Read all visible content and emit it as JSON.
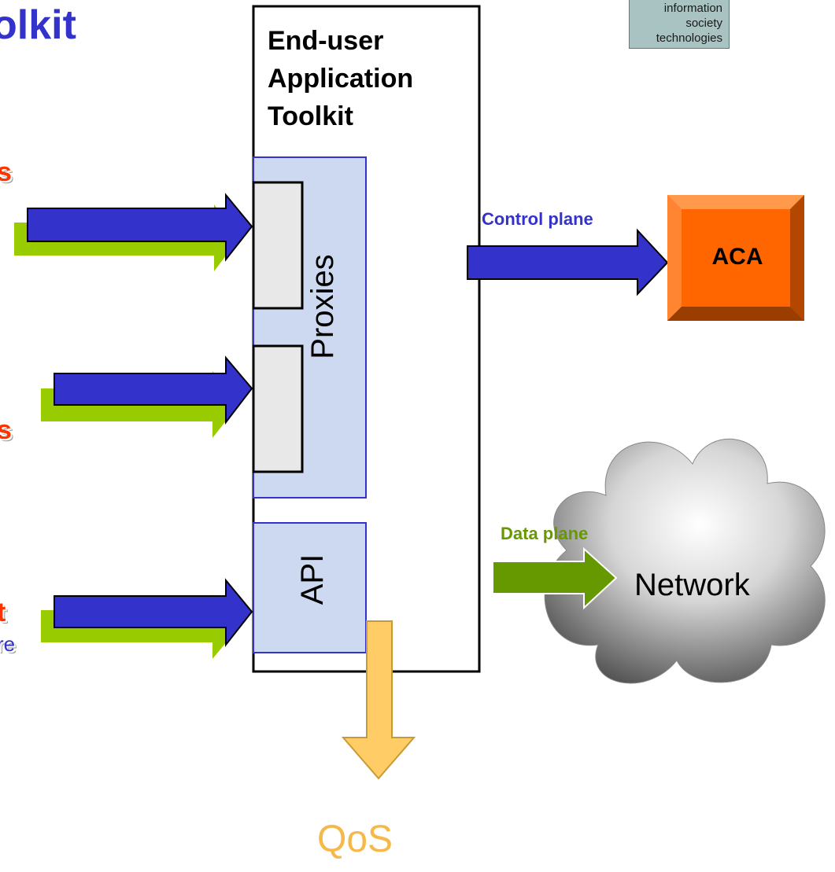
{
  "title": "olkit",
  "left_labels": [
    "s",
    "s",
    "t",
    "re"
  ],
  "logo": {
    "line1": "information",
    "line2": "society",
    "line3": "technologies"
  },
  "toolkit": {
    "title_line1": "End-user",
    "title_line2": "Application",
    "title_line3": "Toolkit"
  },
  "proxies_label": "Proxies",
  "api_label": "API",
  "control_plane_label": "Control plane",
  "aca_label": "ACA",
  "data_plane_label": "Data plane",
  "network_label": "Network",
  "qos_label": "QoS",
  "colors": {
    "title": "#3333cc",
    "cut_labels": "#ff3300",
    "blue_arrow": "#3333cc",
    "green_arrow": "#99cc00",
    "data_arrow": "#669900",
    "proxy_box": "#ccd9f0",
    "aca": "#ff6600",
    "qos_arrow": "#ffcc66"
  }
}
